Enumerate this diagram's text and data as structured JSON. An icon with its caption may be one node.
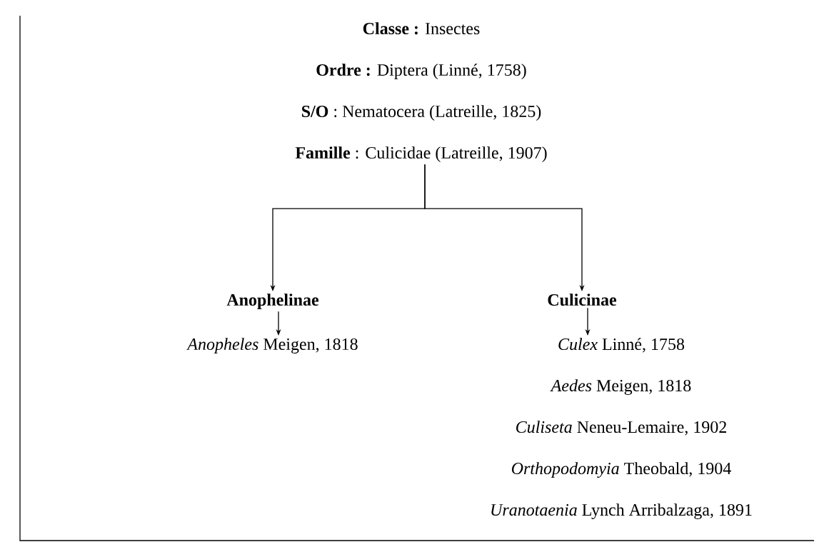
{
  "diagram": {
    "nodes": [
      {
        "text": [
          "**Classe :** Insectes",
          "**Ordre :** Diptera   (Linné, 1758)",
          "**S/O** : Nematocera   (Latreille, 1825)",
          "**Famille** : Culicidae  (Latreille, 1907)"
        ]
      },
      {
        "text": [
          "Anophelinae"
        ]
      },
      {
        "text": [
          "Culicinae"
        ]
      },
      {
        "text": [
          "*Anopheles* Meigen, 1818"
        ]
      },
      {
        "text": [
          "*Culex* Linné, 1758",
          "*Aedes* Meigen, 1818",
          "*Culiseta* Neneu-Lemaire, 1902",
          "*Orthopodomyia* Theobald, 1904",
          "*Uranotaenia* Lynch Arribalzaga, 1891"
        ]
      }
    ],
    "edges": [
      {
        "from": 0,
        "to": 1,
        "arrow": "to"
      },
      {
        "from": 0,
        "to": 2,
        "arrow": "to"
      },
      {
        "from": 1,
        "to": 3,
        "arrow": "to"
      },
      {
        "from": 2,
        "to": 4,
        "arrow": "to"
      }
    ]
  }
}
